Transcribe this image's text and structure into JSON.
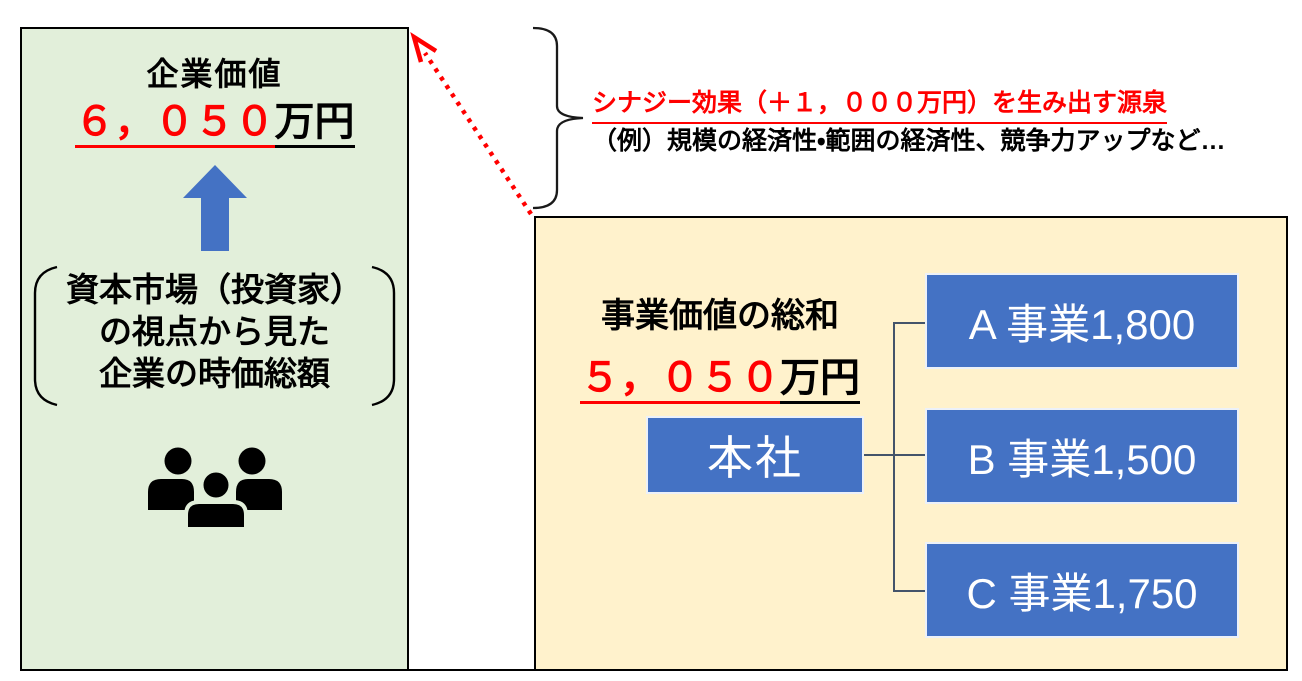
{
  "colors": {
    "accent_blue": "#4472C4",
    "panel_green": "#E2EFDA",
    "panel_beige": "#FFF2CC",
    "highlight_red": "#FF0000",
    "connector_blue_gray": "#44546A"
  },
  "left_panel": {
    "title": "企業価値",
    "value": "６，０５０",
    "unit": "万円",
    "note_lines": {
      "line1": "資本市場（投資家）",
      "line2": "の視点から見た",
      "line3": "企業の時価総額"
    }
  },
  "synergy_note": {
    "headline": "シナジー効果（＋１，０００万円）を生み出す源泉",
    "example": "（例）規模の経済性・範囲の経済性、競争力アップなど…"
  },
  "right_panel": {
    "title": "事業価値の総和",
    "value": "５，０５０",
    "unit": "万円",
    "hq_label": "本社",
    "businesses": {
      "a": "A 事業1,800",
      "b": "B 事業1,500",
      "c": "C 事業1,750"
    }
  },
  "icons": {
    "up_arrow": "up-arrow-icon",
    "people": "people-group-icon",
    "brace": "curly-brace",
    "dotted_arrow": "dotted-arrow"
  }
}
